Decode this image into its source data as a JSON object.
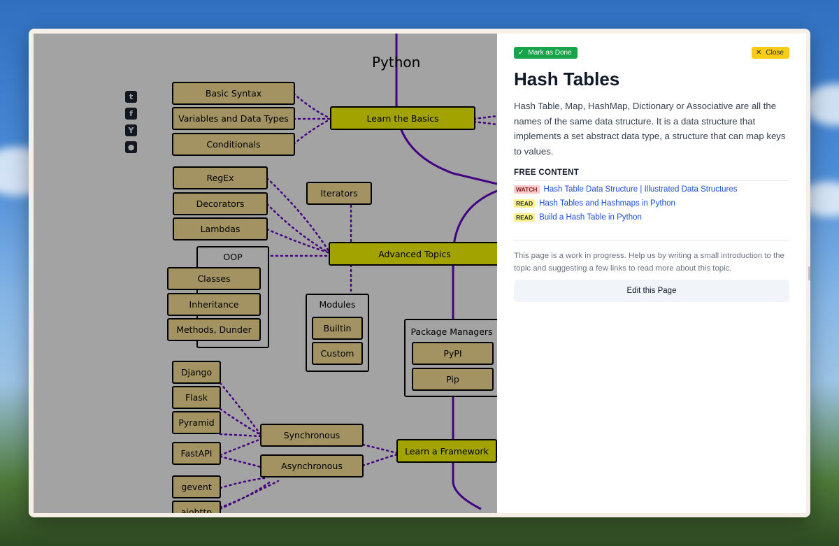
{
  "roadmap": {
    "title": "Python",
    "nodes": {
      "basic_syntax": "Basic Syntax",
      "variables": "Variables and Data Types",
      "conditionals": "Conditionals",
      "learn_basics": "Learn the Basics",
      "regex": "RegEx",
      "decorators": "Decorators",
      "lambdas": "Lambdas",
      "iterators": "Iterators",
      "advanced_topics": "Advanced Topics",
      "oop": "OOP",
      "classes": "Classes",
      "inheritance": "Inheritance",
      "methods_dunder": "Methods, Dunder",
      "modules": "Modules",
      "builtin": "Builtin",
      "custom": "Custom",
      "package_managers": "Package Managers",
      "pypi": "PyPI",
      "pip": "Pip",
      "django": "Django",
      "flask": "Flask",
      "pyramid": "Pyramid",
      "fastapi": "FastAPI",
      "gevent": "gevent",
      "aiohttp": "aiohttp",
      "synchronous": "Synchronous",
      "asynchronous": "Asynchronous",
      "learn_framework": "Learn a Framework"
    },
    "social": [
      "twitter-icon",
      "facebook-icon",
      "hackernews-icon",
      "reddit-icon"
    ]
  },
  "panel": {
    "mark_done": "Mark as Done",
    "close": "Close",
    "title": "Hash Tables",
    "description": "Hash Table, Map, HashMap, Dictionary or Associative are all the names of the same data structure. It is a data structure that implements a set abstract data type, a structure that can map keys to values.",
    "free_content_heading": "FREE CONTENT",
    "resources": [
      {
        "type": "WATCH",
        "title": "Hash Table Data Structure | Illustrated Data Structures"
      },
      {
        "type": "READ",
        "title": "Hash Tables and Hashmaps in Python"
      },
      {
        "type": "READ",
        "title": "Build a Hash Table in Python"
      }
    ],
    "wip_note": "This page is a work in progress. Help us by writing a small introduction to the topic and suggesting a few links to read more about this topic.",
    "edit_button": "Edit this Page"
  },
  "colors": {
    "spine": "#6a00c8",
    "main_node": "#ffff00",
    "sub_node": "#ffe599",
    "done_button": "#16a34a",
    "close_button": "#facc15"
  }
}
